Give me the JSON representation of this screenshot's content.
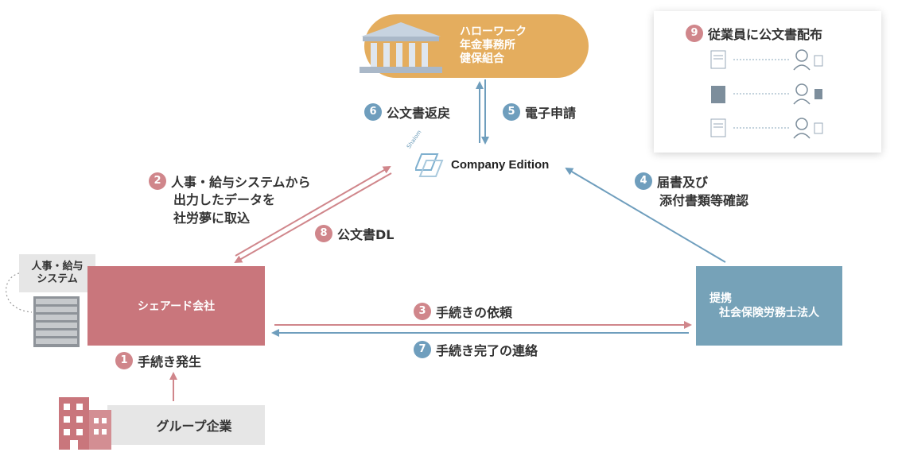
{
  "government": {
    "line1": "ハローワーク",
    "line2": "年金事務所",
    "line3": "健保組合"
  },
  "employees": {
    "step_num": "9",
    "title": "従業員に公文書配布"
  },
  "logo": {
    "brand_small": "Shalom",
    "product": "Company Edition"
  },
  "shared_company": {
    "label": "シェアード会社"
  },
  "partner": {
    "line1": "提携",
    "line2": "社会保険労務士法人"
  },
  "hr_system": {
    "line1": "人事・給与",
    "line2": "システム"
  },
  "group_company": {
    "label": "グループ企業"
  },
  "steps": {
    "s1": {
      "num": "1",
      "text": "手続き発生"
    },
    "s2": {
      "num": "2",
      "line1": "人事・給与システムから",
      "line2": "出力したデータを",
      "line3": "社労夢に取込"
    },
    "s3": {
      "num": "3",
      "text": "手続きの依頼"
    },
    "s4": {
      "num": "4",
      "line1": "届書及び",
      "line2": "添付書類等確認"
    },
    "s5": {
      "num": "5",
      "text": "電子申請"
    },
    "s6": {
      "num": "6",
      "text": "公文書返戻"
    },
    "s7": {
      "num": "7",
      "text": "手続き完了の連絡"
    },
    "s8": {
      "num": "8",
      "text": "公文書DL"
    }
  },
  "colors": {
    "red": "#d0868b",
    "blue": "#6f9ebd",
    "gold": "#e4ad5e",
    "shared_box": "#c9767c",
    "partner_box": "#76a2b8"
  }
}
